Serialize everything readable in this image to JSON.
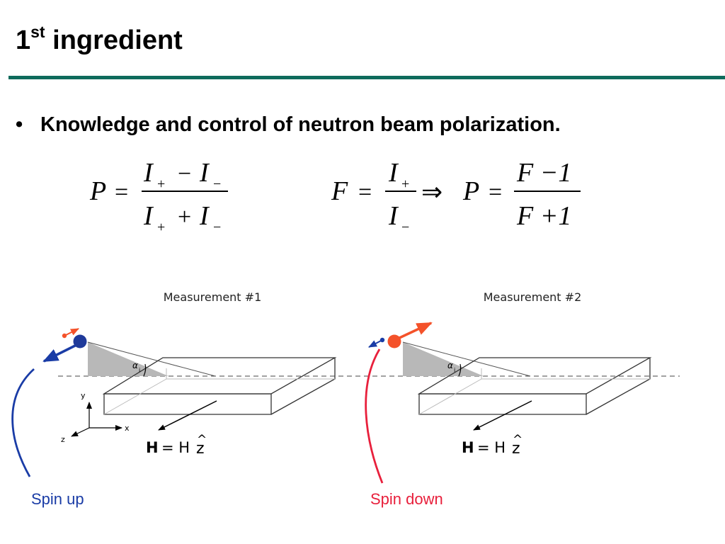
{
  "slide": {
    "title_number": "1",
    "title_superscript": "st",
    "title_text": "ingredient",
    "bullet_symbol": "•",
    "bullet_text": "Knowledge and control of neutron beam polarization."
  },
  "formulas": {
    "eq1": {
      "lhs": "P",
      "equals": "=",
      "num_I1": "I",
      "num_sub1": "+",
      "num_op": "−",
      "num_I2": "I",
      "num_sub2": "−",
      "den_I1": "I",
      "den_sub1": "+",
      "den_op": "+",
      "den_I2": "I",
      "den_sub2": "−"
    },
    "eq2": {
      "lhs": "F",
      "equals": "=",
      "num_I": "I",
      "num_sub": "+",
      "den_I": "I",
      "den_sub": "−",
      "implies": "⇒",
      "rhs_lhs": "P",
      "rhs_equals": "=",
      "rhs_num": "F −1",
      "rhs_den": "F +1"
    }
  },
  "diagram": {
    "measurement1_title": "Measurement #1",
    "measurement2_title": "Measurement #2",
    "alpha_label": "α",
    "alpha_sub": "i",
    "axis_y": "y",
    "axis_x": "x",
    "axis_z": "z",
    "field_bold": "H",
    "field_rest": "= H",
    "field_z": "z",
    "field_hat": "^",
    "spin_up_label": "Spin up",
    "spin_down_label": "Spin down",
    "colors": {
      "spin_up": "#1a3ca6",
      "spin_down": "#e8203c",
      "neutron_up": "#1f3a9a",
      "neutron_down": "#f4522a",
      "arrow_up_small": "#f4522a",
      "arrow_down_small": "#1a3ca6",
      "shade": "#b8b8b8",
      "title_rule": "#0e6b5c"
    },
    "icons": [
      "neutron-ball",
      "spin-arrow",
      "field-arrow"
    ]
  }
}
